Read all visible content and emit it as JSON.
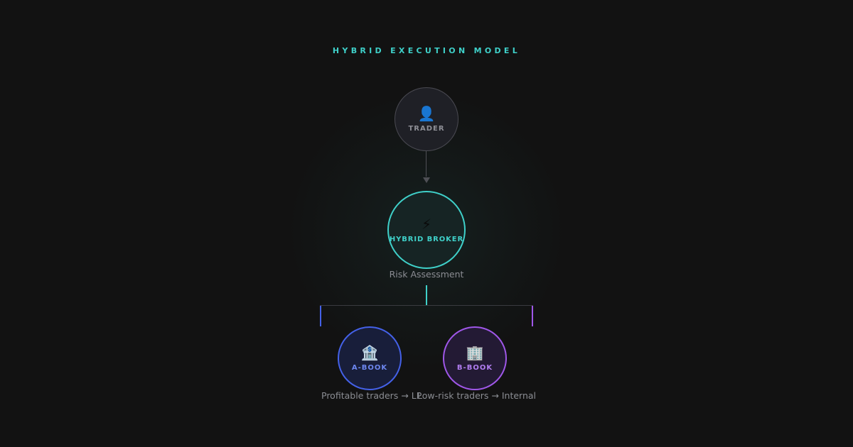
{
  "diagram": {
    "title": "HYBRID EXECUTION MODEL",
    "nodes": {
      "trader": {
        "icon": "person-icon",
        "glyph": "👤",
        "label": "TRADER"
      },
      "broker": {
        "icon": "lightning-icon",
        "glyph": "⚡",
        "label": "HYBRID BROKER",
        "caption": "Risk Assessment"
      },
      "abook": {
        "icon": "bank-building-icon",
        "glyph": "🏦",
        "label": "A-BOOK",
        "caption": "Profitable traders → LP"
      },
      "bbook": {
        "icon": "office-building-icon",
        "glyph": "🏢",
        "label": "B-BOOK",
        "caption": "Low-risk traders → Internal"
      }
    },
    "colors": {
      "background": "#121212",
      "accent_teal": "#3fd0c9",
      "abook_blue": "#4461e8",
      "bbook_purple": "#9f57e8",
      "trader_gray": "#4a4a52"
    }
  }
}
